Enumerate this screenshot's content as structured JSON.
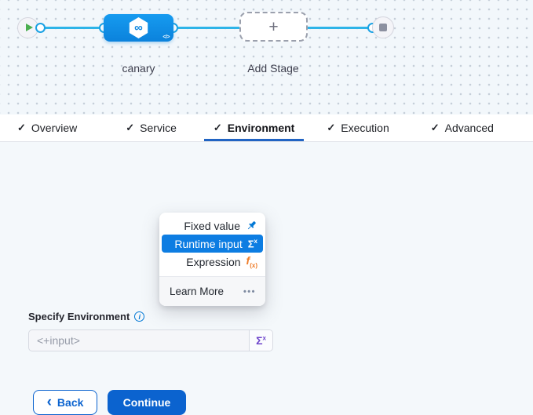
{
  "pipeline": {
    "stage_name": "canary",
    "add_stage_label": "Add Stage",
    "infinity_glyph": "∞",
    "plus_glyph": "+",
    "code_glyph": "</>"
  },
  "tabs": [
    {
      "label": "Overview"
    },
    {
      "label": "Service"
    },
    {
      "label": "Environment",
      "active": true
    },
    {
      "label": "Execution"
    },
    {
      "label": "Advanced"
    }
  ],
  "icons": {
    "check": "✓",
    "info": "i",
    "sigma": "Σ",
    "sigma_sup": "x",
    "fx_f": "f",
    "fx_sub": "(x)",
    "dots": "•••",
    "back_chevron": "‹"
  },
  "form": {
    "label": "Specify Environment",
    "input_placeholder": "<+input>"
  },
  "dropdown": {
    "items": [
      {
        "label": "Fixed value"
      },
      {
        "label": "Runtime input",
        "selected": true
      },
      {
        "label": "Expression"
      }
    ],
    "footer_label": "Learn More"
  },
  "actions": {
    "back": "Back",
    "continue": "Continue"
  },
  "colors": {
    "primary_blue": "#0b63cf",
    "highlight_blue": "#0d7de2",
    "node_blue": "#0d8fe8",
    "edge_blue": "#2eb4e8",
    "tab_underline": "#2164c3",
    "runtime_purple": "#6d44cb",
    "expression_orange": "#ee7d2a",
    "pin_blue": "#0278d5",
    "play_green": "#4cae50"
  }
}
